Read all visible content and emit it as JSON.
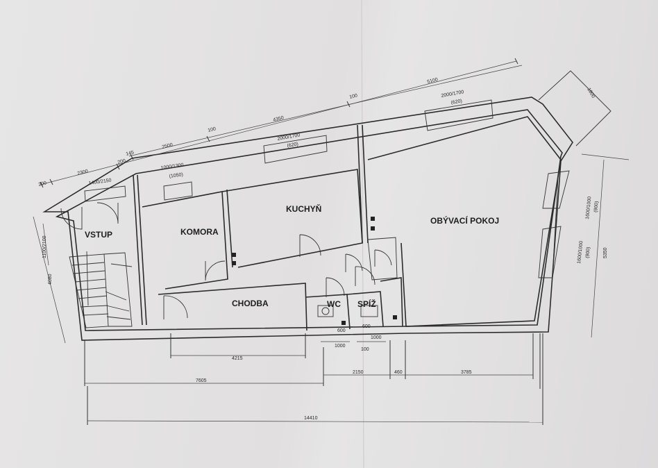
{
  "rooms": {
    "vstup": "VSTUP",
    "komora": "KOMORA",
    "kuchyn": "KUCHYŇ",
    "obyvaci_pokoj": "OBÝVACÍ POKOJ",
    "chodba": "CHODBA",
    "wc": "WC",
    "spiz": "SPÍŽ"
  },
  "dimensions": {
    "top_200": "200",
    "top_2300": "2300",
    "top_200b": "200",
    "top_145": "145",
    "top_2500": "2500",
    "top_100a": "100",
    "top_4350": "4350",
    "top_100b": "100",
    "top_5100": "5100",
    "corner_1800": "1800",
    "left_4080": "4080",
    "bottom_4215": "4215",
    "bottom_7605": "7605",
    "bottom_2150": "2150",
    "bottom_460": "460",
    "bottom_3785": "3785",
    "bottom_14410": "14410",
    "wc_1000": "1000",
    "spiz_1000": "1000",
    "small_100": "100",
    "right_5350": "5350"
  },
  "openings": {
    "vstup_window": "1400/2150",
    "vstup_door": "1100/2100",
    "komora_window_a": "1000/1300",
    "komora_window_b": "(1050)",
    "kuchyn_window_a": "2000/1700",
    "kuchyn_window_b": "(620)",
    "obyvaci_window_a": "2000/1700",
    "obyvaci_window_b": "(620)",
    "side_window_1a": "1600/1000",
    "side_window_1b": "(900)",
    "side_window_2a": "1600/1000",
    "side_window_2b": "(900)",
    "wc_small_a": "600",
    "spiz_small_a": "600"
  }
}
